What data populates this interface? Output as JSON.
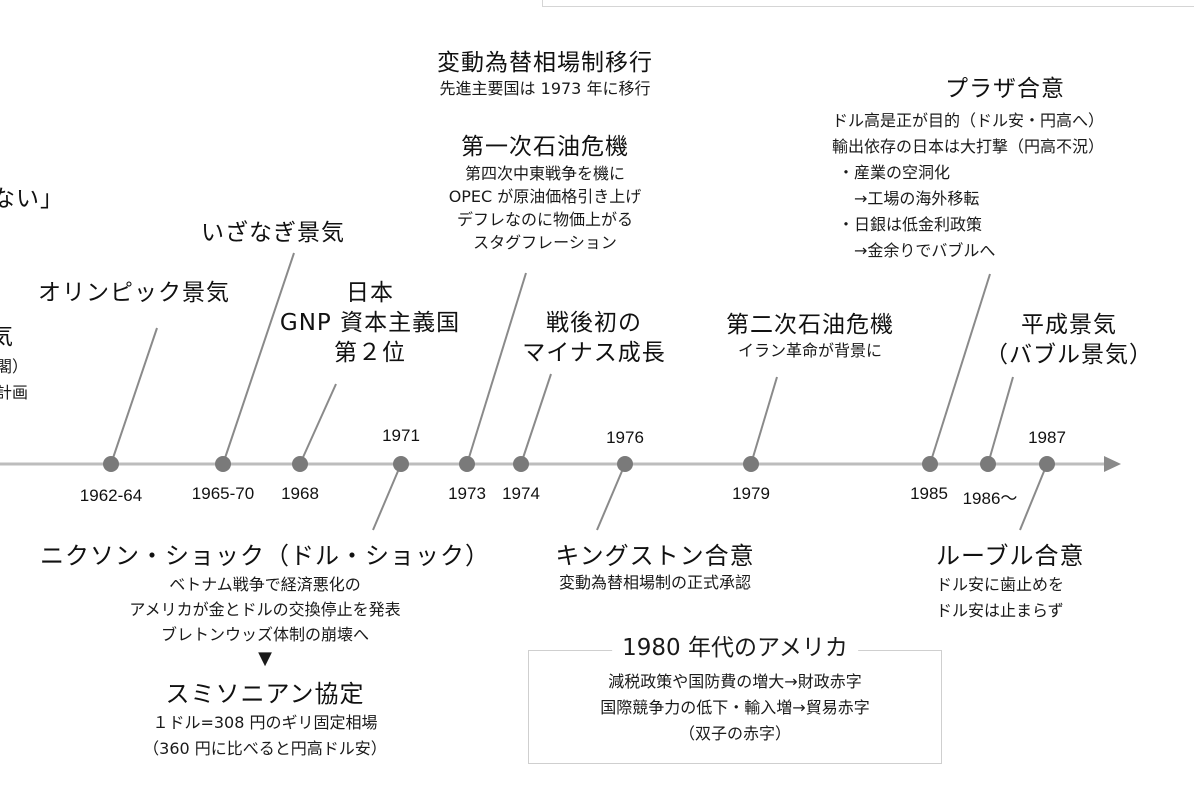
{
  "diagram": {
    "type": "timeline",
    "axis": {
      "line_color": "#bdbdbd",
      "dot_color": "#7a7a7a",
      "connector_color": "#8a8a8a",
      "arrow": "right"
    },
    "partial_left": {
      "top_fragment": "ない」",
      "mid_fragment": "気",
      "line1_fragment": "閣）",
      "line2_fragment": "計画"
    },
    "ticks": [
      {
        "label": "1962-64",
        "position": "below"
      },
      {
        "label": "1965-70",
        "position": "below"
      },
      {
        "label": "1968",
        "position": "below"
      },
      {
        "label": "1971",
        "position": "above"
      },
      {
        "label": "1973",
        "position": "below"
      },
      {
        "label": "1974",
        "position": "below"
      },
      {
        "label": "1976",
        "position": "above"
      },
      {
        "label": "1979",
        "position": "below"
      },
      {
        "label": "1985",
        "position": "below"
      },
      {
        "label": "1986～",
        "position": "below"
      },
      {
        "label": "1987",
        "position": "above"
      }
    ],
    "events": {
      "olympic": {
        "title": "オリンピック景気",
        "year": "1962-64"
      },
      "izanagi": {
        "title": "いざなぎ景気",
        "year": "1965-70"
      },
      "gnp": {
        "lines": [
          "日本",
          "GNP 資本主義国",
          "第２位"
        ],
        "year": "1968"
      },
      "floating": {
        "title": "変動為替相場制移行",
        "note": "先進主要国は 1973 年に移行"
      },
      "oil1": {
        "title": "第一次石油危機",
        "lines": [
          "第四次中東戦争を機に",
          "OPEC が原油価格引き上げ",
          "デフレなのに物価上がる",
          "スタグフレーション"
        ],
        "year": "1973"
      },
      "minus": {
        "lines": [
          "戦後初の",
          "マイナス成長"
        ],
        "year": "1974"
      },
      "oil2": {
        "title": "第二次石油危機",
        "note": "イラン革命が背景に",
        "year": "1979"
      },
      "plaza": {
        "title": "プラザ合意",
        "lines": [
          "ドル高是正が目的（ドル安・円高へ）",
          "輸出依存の日本は大打撃（円高不況）",
          "・産業の空洞化",
          "　→工場の海外移転",
          "・日銀は低金利政策",
          "　→金余りでバブルへ"
        ],
        "year": "1985"
      },
      "heisei": {
        "lines": [
          "平成景気",
          "（バブル景気）"
        ],
        "year": "1986～"
      },
      "nixon": {
        "title": "ニクソン・ショック（ドル・ショック）",
        "lines": [
          "ベトナム戦争で経済悪化の",
          "アメリカが金とドルの交換停止を発表",
          "ブレトンウッズ体制の崩壊へ"
        ],
        "arrow": "▼",
        "year": "1971"
      },
      "smithsonian": {
        "title": "スミソニアン協定",
        "lines": [
          "１ドル=308 円のギリ固定相場",
          "（360 円に比べると円高ドル安）"
        ]
      },
      "kingston": {
        "title": "キングストン合意",
        "note": "変動為替相場制の正式承認",
        "year": "1976"
      },
      "louvre": {
        "title": "ルーブル合意",
        "lines": [
          "ドル安に歯止めを",
          "ドル安は止まらず"
        ],
        "year": "1987"
      }
    },
    "america_box": {
      "title": "1980 年代のアメリカ",
      "lines": [
        "減税政策や国防費の増大→財政赤字",
        "国際競争力の低下・輸入増→貿易赤字",
        "（双子の赤字）"
      ]
    }
  }
}
